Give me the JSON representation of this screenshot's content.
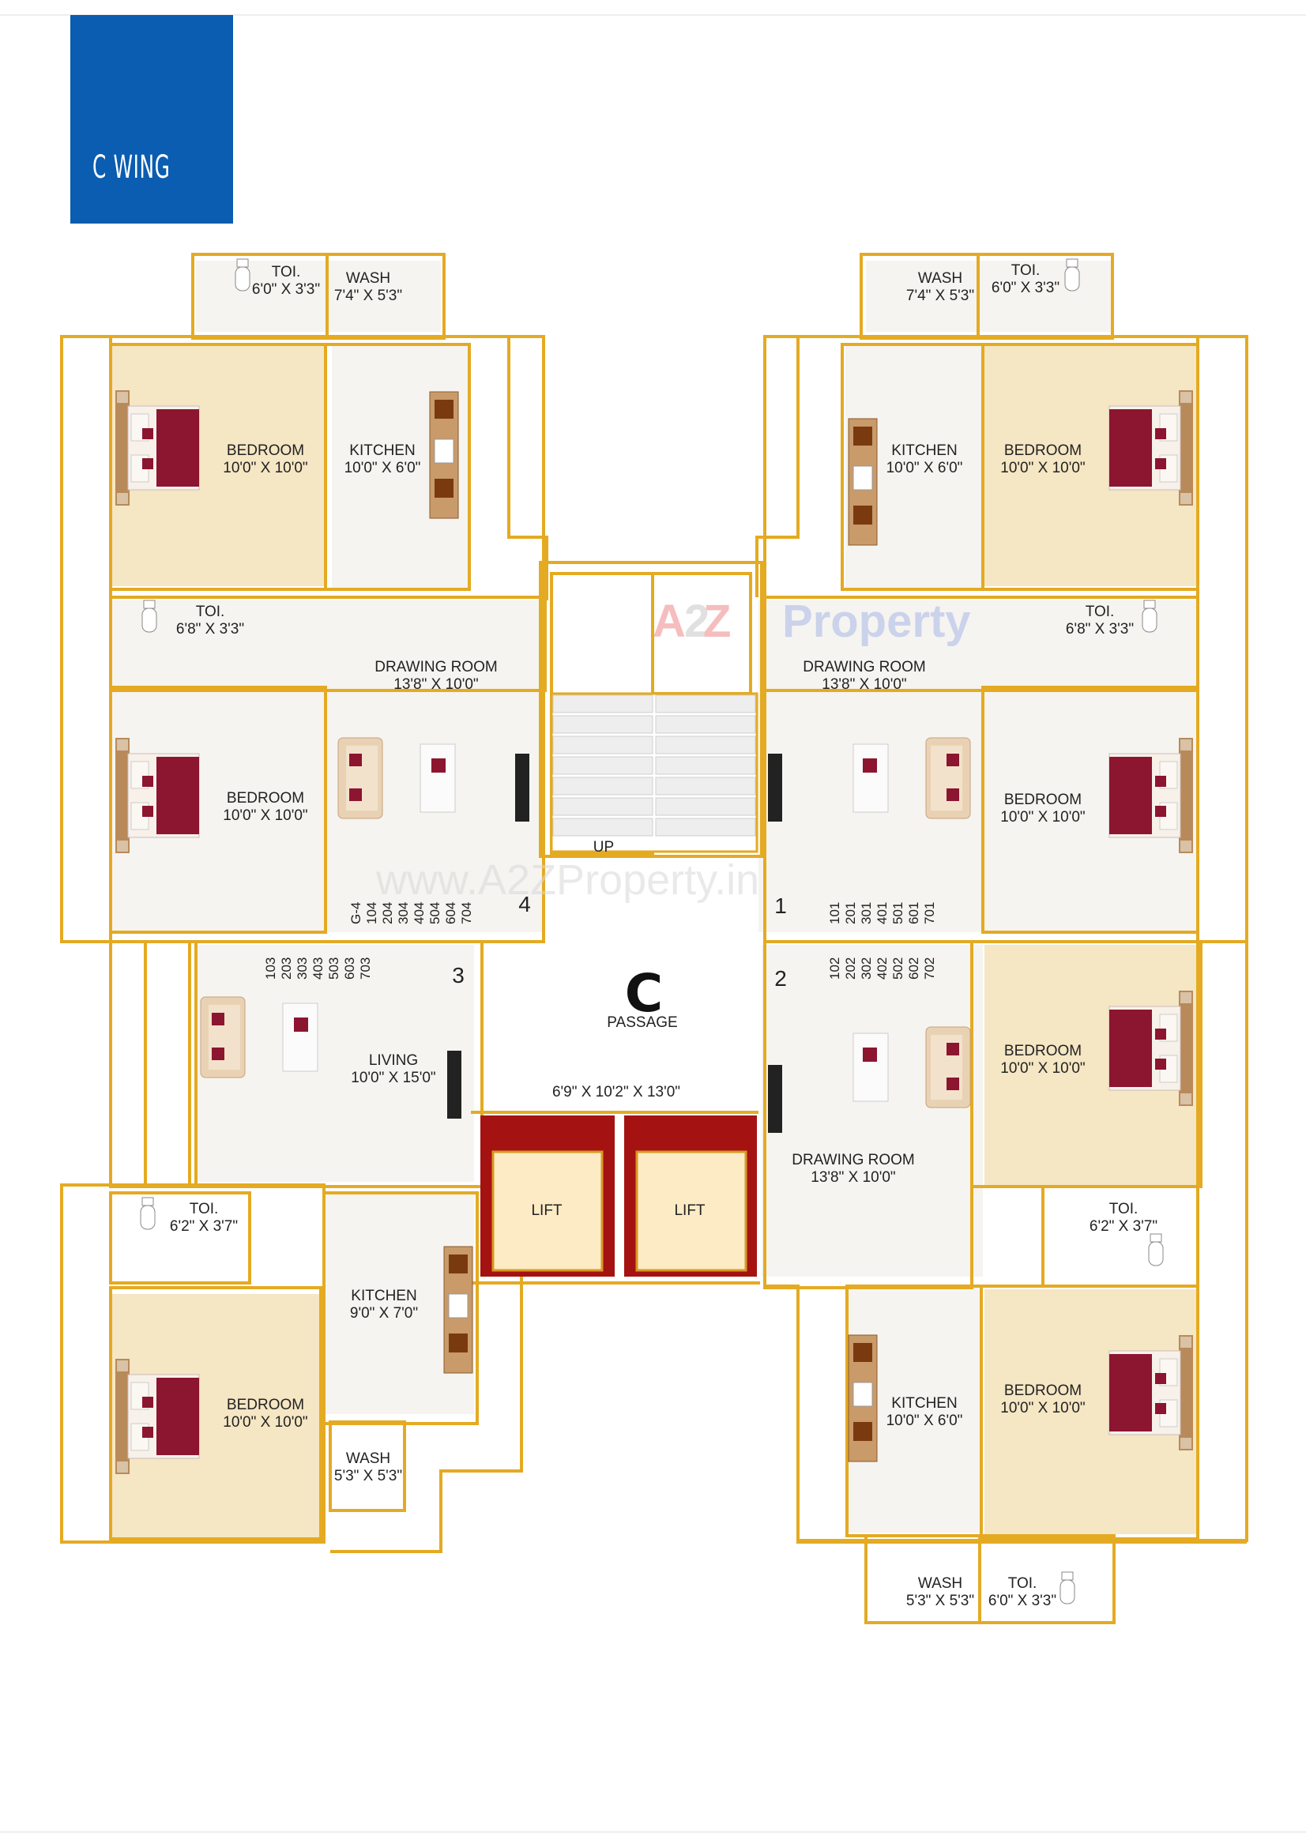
{
  "wing_title": "C WING",
  "watermark": {
    "logo_a": "A",
    "logo_2": "2",
    "logo_z": "Z",
    "logo_property": "Property",
    "url": "www.A2ZProperty.in"
  },
  "core": {
    "letter": "C",
    "passage": "PASSAGE",
    "passage_dims": "6'9\" X 10'2\" X 13'0\"",
    "stair_up": "UP",
    "lift_1": "LIFT",
    "lift_2": "LIFT"
  },
  "rooms": [
    {
      "name": "TOI.",
      "dims": "6'0\" X 3'3\""
    },
    {
      "name": "WASH",
      "dims": "7'4\" X 5'3\""
    },
    {
      "name": "BEDROOM",
      "dims": "10'0\" X 10'0\""
    },
    {
      "name": "KITCHEN",
      "dims": "10'0\" X 6'0\""
    },
    {
      "name": "TOI.",
      "dims": "6'8\" X 3'3\""
    },
    {
      "name": "DRAWING ROOM",
      "dims": "13'8\" X 10'0\""
    },
    {
      "name": "BEDROOM",
      "dims": "10'0\" X 10'0\""
    },
    {
      "name": "WASH",
      "dims": "7'4\" X 5'3\""
    },
    {
      "name": "TOI.",
      "dims": "6'0\" X 3'3\""
    },
    {
      "name": "KITCHEN",
      "dims": "10'0\" X 6'0\""
    },
    {
      "name": "BEDROOM",
      "dims": "10'0\" X 10'0\""
    },
    {
      "name": "TOI.",
      "dims": "6'8\" X 3'3\""
    },
    {
      "name": "DRAWING ROOM",
      "dims": "13'8\" X 10'0\""
    },
    {
      "name": "BEDROOM",
      "dims": "10'0\" X 10'0\""
    },
    {
      "name": "LIVING",
      "dims": "10'0\" X 15'0\""
    },
    {
      "name": "TOI.",
      "dims": "6'2\" X 3'7\""
    },
    {
      "name": "KITCHEN",
      "dims": "9'0\" X 7'0\""
    },
    {
      "name": "BEDROOM",
      "dims": "10'0\" X 10'0\""
    },
    {
      "name": "WASH",
      "dims": "5'3\" X 5'3\""
    },
    {
      "name": "BEDROOM",
      "dims": "10'0\" X 10'0\""
    },
    {
      "name": "DRAWING ROOM",
      "dims": "13'8\" X 10'0\""
    },
    {
      "name": "TOI.",
      "dims": "6'2\" X 3'7\""
    },
    {
      "name": "KITCHEN",
      "dims": "10'0\" X 6'0\""
    },
    {
      "name": "BEDROOM",
      "dims": "10'0\" X 10'0\""
    },
    {
      "name": "WASH",
      "dims": "5'3\" X 5'3\""
    },
    {
      "name": "TOI.",
      "dims": "6'0\" X 3'3\""
    }
  ],
  "flats": [
    {
      "number": "1",
      "units": [
        "101",
        "201",
        "301",
        "401",
        "501",
        "601",
        "701"
      ]
    },
    {
      "number": "2",
      "units": [
        "102",
        "202",
        "302",
        "402",
        "502",
        "602",
        "702"
      ]
    },
    {
      "number": "3",
      "units": [
        "103",
        "203",
        "303",
        "403",
        "503",
        "603",
        "703"
      ]
    },
    {
      "number": "4",
      "units": [
        "G-4",
        "104",
        "204",
        "304",
        "404",
        "504",
        "604",
        "704"
      ]
    }
  ],
  "colors": {
    "wall": "#e4aa22",
    "badge": "#0a5db0",
    "floor_bedroom": "#f5e6c4",
    "floor_tile": "#f6f4f0",
    "bed": "#8c1530",
    "lift_frame": "#a51212",
    "lift_car": "#fcebc4"
  }
}
